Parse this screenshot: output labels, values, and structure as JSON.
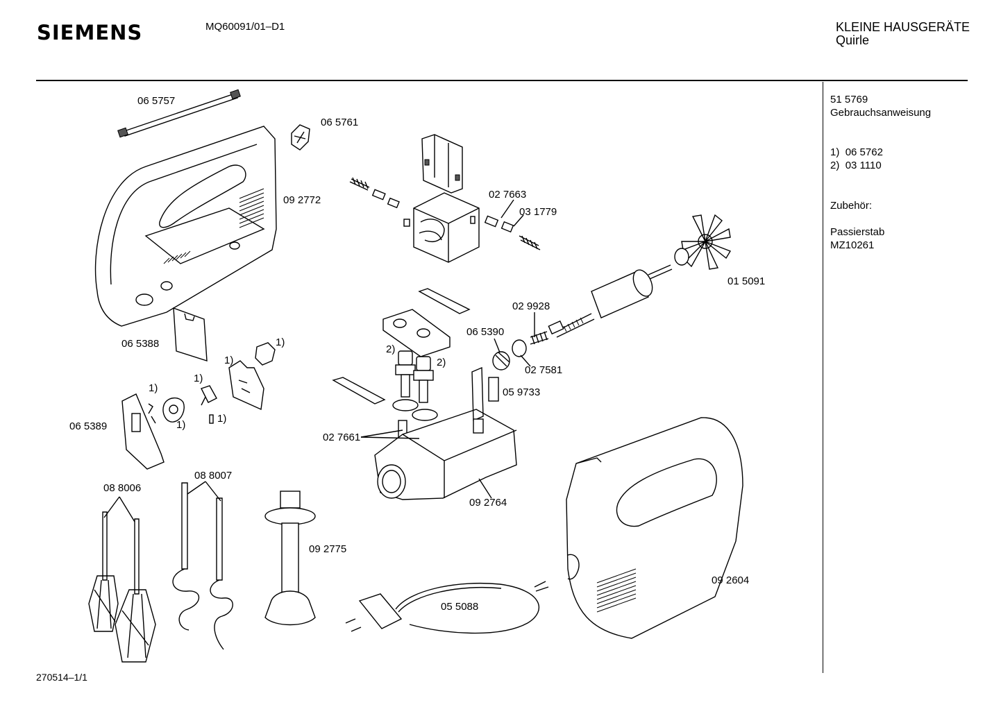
{
  "header": {
    "brand": "SIEMENS",
    "model": "MQ60091/01–D1",
    "category": "KLEINE HAUSGERÄTE",
    "subcategory": "Quirle"
  },
  "sidebar": {
    "manual_number": "51 5769",
    "manual_label": "Gebrauchsanweisung",
    "notes": [
      {
        "ref": "1)",
        "part": "06 5762"
      },
      {
        "ref": "2)",
        "part": "03 1110"
      }
    ],
    "accessories_label": "Zubehör:",
    "accessory_name": "Passierstab",
    "accessory_code": "MZ10261"
  },
  "parts": {
    "p065757": "06 5757",
    "p065761": "06 5761",
    "p092772": "09 2772",
    "p027663": "02 7663",
    "p031779": "03 1779",
    "p015091": "01 5091",
    "p029928": "02 9928",
    "p065390": "06 5390",
    "p027581": "02 7581",
    "p059733": "05 9733",
    "p065388": "06 5388",
    "p065389": "06 5389",
    "p027661": "02 7661",
    "p092764": "09 2764",
    "p088006": "08 8006",
    "p088007": "08 8007",
    "p092775": "09 2775",
    "p055088": "05 5088",
    "p092604": "09 2604"
  },
  "refs": {
    "one": "1)",
    "two": "2)"
  },
  "footer": {
    "doc_id": "270514–1/1"
  }
}
